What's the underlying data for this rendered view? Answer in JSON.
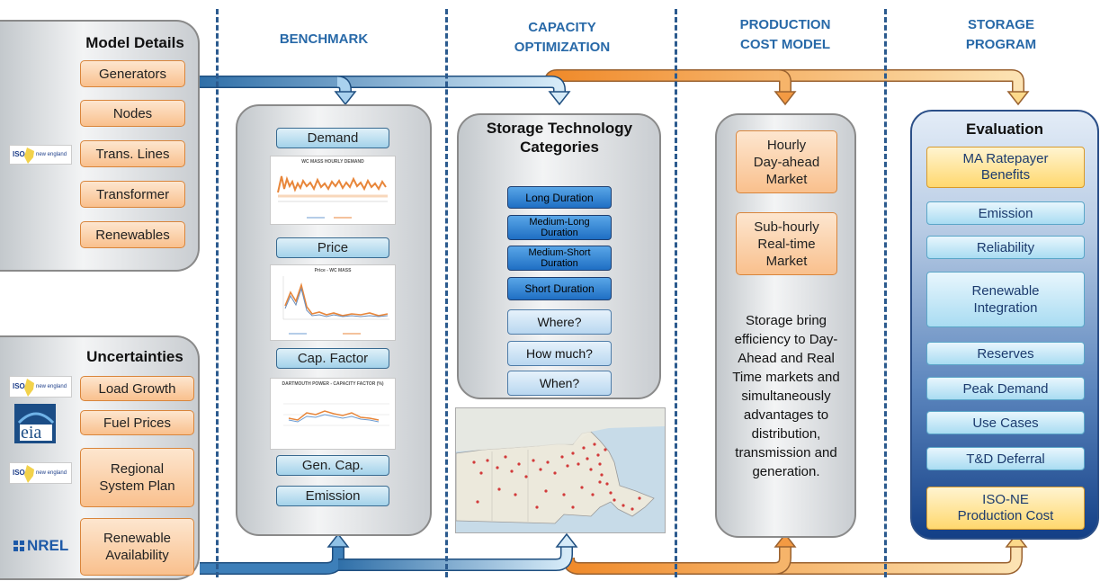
{
  "columns": {
    "benchmark": "BENCHMARK",
    "capacity": [
      "CAPACITY",
      "OPTIMIZATION"
    ],
    "production": [
      "PRODUCTION",
      "COST MODEL"
    ],
    "storage": [
      "STORAGE",
      "PROGRAM"
    ]
  },
  "model_details": {
    "title": "Model Details",
    "items": [
      "Generators",
      "Nodes",
      "Trans. Lines",
      "Transformer",
      "Renewables"
    ]
  },
  "uncertainties": {
    "title": "Uncertainties",
    "items": [
      "Load Growth",
      "Fuel Prices",
      "Regional System Plan",
      "Renewable Availability"
    ]
  },
  "logos": {
    "iso": "ISO",
    "iso_sub": "new england",
    "eia": "eia",
    "nrel": "NREL"
  },
  "benchmark": {
    "items": [
      "Demand",
      "Price",
      "Cap. Factor",
      "Gen. Cap.",
      "Emission"
    ],
    "thumb_titles": [
      "WC MASS HOURLY DEMAND",
      "Price - WC MASS",
      "DARTMOUTH POWER - CAPACITY FACTOR (%)"
    ]
  },
  "capacity": {
    "title": "Storage Technology Categories",
    "durations": [
      "Long Duration",
      "Medium-Long Duration",
      "Medium-Short Duration",
      "Short Duration"
    ],
    "questions": [
      "Where?",
      "How much?",
      "When?"
    ]
  },
  "production": {
    "markets": [
      "Hourly Day-ahead Market",
      "Sub-hourly Real-time Market"
    ],
    "description": "Storage bring efficiency to Day-Ahead and Real Time markets and simultaneously advantages to distribution, transmission and generation."
  },
  "evaluation": {
    "title": "Evaluation",
    "top": "MA Ratepayer Benefits",
    "items": [
      "Emission",
      "Reliability",
      "Renewable Integration",
      "Reserves",
      "Peak Demand",
      "Use Cases",
      "T&D Deferral"
    ],
    "bottom": "ISO-NE Production Cost"
  },
  "colors": {
    "header": "#2869a8",
    "divider": "#2b5a8e",
    "orange": "#f2a25a",
    "blue": "#4f93c9",
    "navy": "#1d4f94"
  }
}
